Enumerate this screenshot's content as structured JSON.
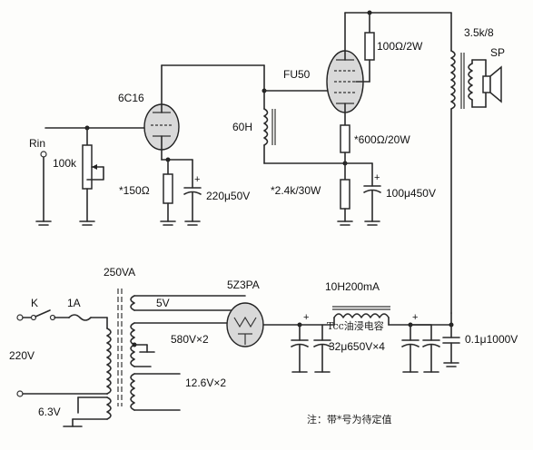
{
  "labels": {
    "tube_6c16": "6C16",
    "tube_fu50": "FU50",
    "tube_5z3pa": "5Z3PA",
    "input": "Rin",
    "pot": "100k",
    "r_150": "*150Ω",
    "c_220": "220μ50V",
    "choke_60h": "60H",
    "r_100": "100Ω/2W",
    "r_600": "*600Ω/20W",
    "r_24k": "*2.4k/30W",
    "c_100": "100μ450V",
    "out_xfmr": "3.5k/8",
    "speaker": "SP",
    "power_xfmr": "250VA",
    "switch": "K",
    "fuse": "1A",
    "mains": "220V",
    "heater_63": "6.3V",
    "w_5v": "5V",
    "w_580": "580V×2",
    "w_126": "12.6V×2",
    "choke_10h": "10H200mA",
    "oil_cap": "Tcc油浸电容",
    "c_32": "32μ650V×4",
    "c_01": "0.1μ1000V",
    "plus": "+",
    "footnote": "注：带*号为待定值"
  },
  "colors": {
    "line": "#2a2a2a",
    "tube_fill": "#d9d9d9",
    "background": "#fdfdfb"
  }
}
